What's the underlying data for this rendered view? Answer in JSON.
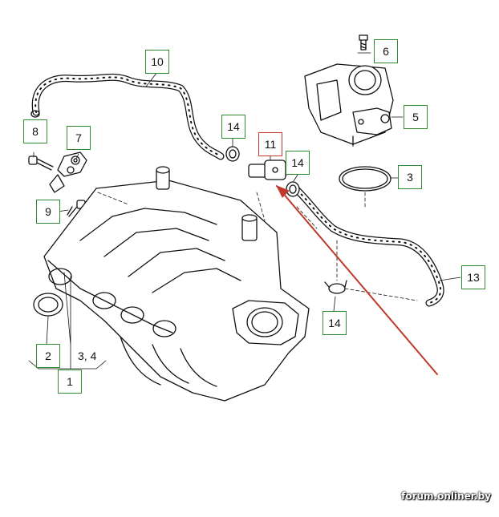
{
  "diagram": {
    "callouts": {
      "c1": "1",
      "c2": "2",
      "c34": "3, 4",
      "c3": "3",
      "c5": "5",
      "c6": "6",
      "c7": "7",
      "c8": "8",
      "c9": "9",
      "c10": "10",
      "c11": "11",
      "c13": "13",
      "c14a": "14",
      "c14b": "14",
      "c14c": "14"
    },
    "colors": {
      "callout_border": "#2e8b2e",
      "highlight_border": "#c0392b",
      "arrow": "#c0392b"
    }
  },
  "watermark": "forum.onliner.by"
}
